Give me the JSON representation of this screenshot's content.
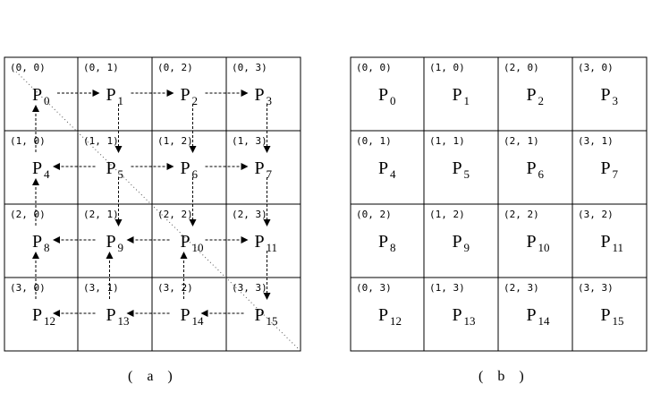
{
  "left": {
    "caption": "( a )",
    "cells": [
      {
        "coord": "(0, 0)",
        "label": "P",
        "sub": "0"
      },
      {
        "coord": "(0, 1)",
        "label": "P",
        "sub": "1"
      },
      {
        "coord": "(0, 2)",
        "label": "P",
        "sub": "2"
      },
      {
        "coord": "(0, 3)",
        "label": "P",
        "sub": "3"
      },
      {
        "coord": "(1, 0)",
        "label": "P",
        "sub": "4"
      },
      {
        "coord": "(1, 1)",
        "label": "P",
        "sub": "5"
      },
      {
        "coord": "(1, 2)",
        "label": "P",
        "sub": "6"
      },
      {
        "coord": "(1, 3)",
        "label": "P",
        "sub": "7"
      },
      {
        "coord": "(2, 0)",
        "label": "P",
        "sub": "8"
      },
      {
        "coord": "(2, 1)",
        "label": "P",
        "sub": "9"
      },
      {
        "coord": "(2, 2)",
        "label": "P",
        "sub": "10"
      },
      {
        "coord": "(2, 3)",
        "label": "P",
        "sub": "11"
      },
      {
        "coord": "(3, 0)",
        "label": "P",
        "sub": "12"
      },
      {
        "coord": "(3, 1)",
        "label": "P",
        "sub": "13"
      },
      {
        "coord": "(3, 2)",
        "label": "P",
        "sub": "14"
      },
      {
        "coord": "(3, 3)",
        "label": "P",
        "sub": "15"
      }
    ]
  },
  "right": {
    "caption": "( b )",
    "cells": [
      {
        "coord": "(0, 0)",
        "label": "P",
        "sub": "0"
      },
      {
        "coord": "(1, 0)",
        "label": "P",
        "sub": "1"
      },
      {
        "coord": "(2, 0)",
        "label": "P",
        "sub": "2"
      },
      {
        "coord": "(3, 0)",
        "label": "P",
        "sub": "3"
      },
      {
        "coord": "(0, 1)",
        "label": "P",
        "sub": "4"
      },
      {
        "coord": "(1, 1)",
        "label": "P",
        "sub": "5"
      },
      {
        "coord": "(2, 1)",
        "label": "P",
        "sub": "6"
      },
      {
        "coord": "(3, 1)",
        "label": "P",
        "sub": "7"
      },
      {
        "coord": "(0, 2)",
        "label": "P",
        "sub": "8"
      },
      {
        "coord": "(1, 2)",
        "label": "P",
        "sub": "9"
      },
      {
        "coord": "(2, 2)",
        "label": "P",
        "sub": "10"
      },
      {
        "coord": "(3, 2)",
        "label": "P",
        "sub": "11"
      },
      {
        "coord": "(0, 3)",
        "label": "P",
        "sub": "12"
      },
      {
        "coord": "(1, 3)",
        "label": "P",
        "sub": "13"
      },
      {
        "coord": "(2, 3)",
        "label": "P",
        "sub": "14"
      },
      {
        "coord": "(3, 3)",
        "label": "P",
        "sub": "15"
      }
    ]
  },
  "arrows": [
    {
      "from": 0,
      "to": 1
    },
    {
      "from": 1,
      "to": 2
    },
    {
      "from": 2,
      "to": 3
    },
    {
      "from": 1,
      "to": 5
    },
    {
      "from": 2,
      "to": 6
    },
    {
      "from": 3,
      "to": 7
    },
    {
      "from": 5,
      "to": 4
    },
    {
      "from": 5,
      "to": 6
    },
    {
      "from": 6,
      "to": 7
    },
    {
      "from": 4,
      "to": 0
    },
    {
      "from": 5,
      "to": 9
    },
    {
      "from": 6,
      "to": 10
    },
    {
      "from": 7,
      "to": 11
    },
    {
      "from": 9,
      "to": 8
    },
    {
      "from": 10,
      "to": 9
    },
    {
      "from": 10,
      "to": 11
    },
    {
      "from": 8,
      "to": 4
    },
    {
      "from": 11,
      "to": 15
    },
    {
      "from": 12,
      "to": 8
    },
    {
      "from": 13,
      "to": 9
    },
    {
      "from": 14,
      "to": 10
    },
    {
      "from": 13,
      "to": 12
    },
    {
      "from": 14,
      "to": 13
    },
    {
      "from": 15,
      "to": 14
    }
  ]
}
